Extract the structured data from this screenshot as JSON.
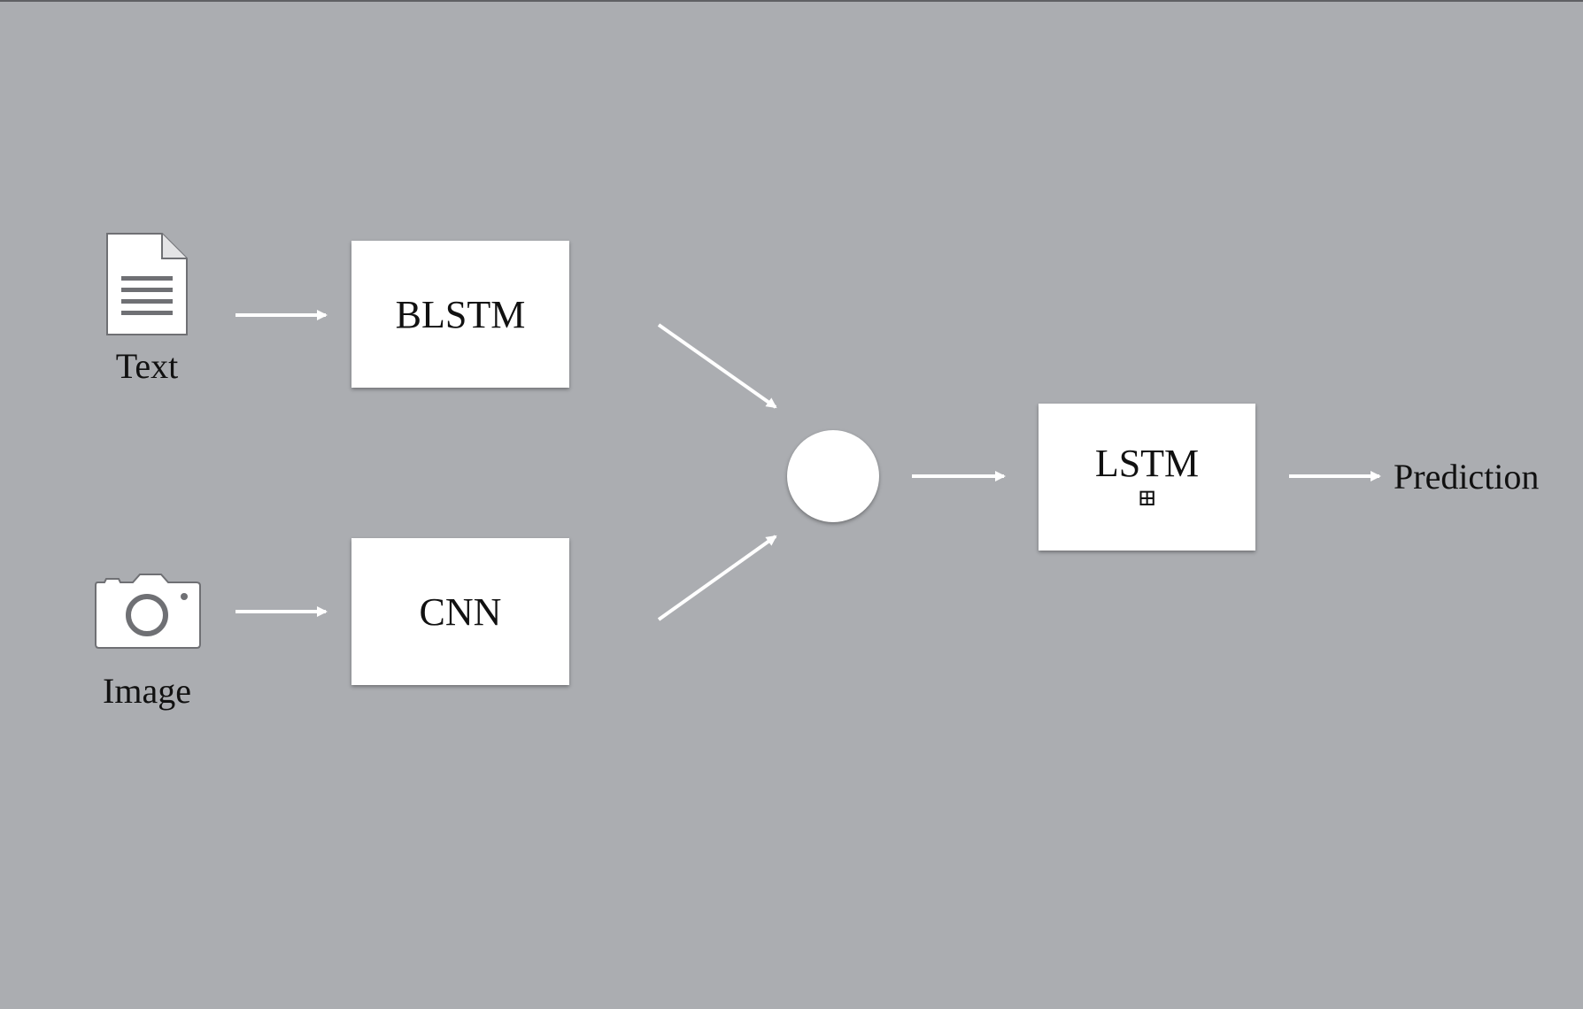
{
  "inputs": {
    "text": {
      "label": "Text",
      "icon": "document-icon"
    },
    "image": {
      "label": "Image",
      "icon": "camera-icon"
    }
  },
  "nodes": {
    "blstm": "BLSTM",
    "cnn": "CNN",
    "lstm": "LSTM",
    "lstm_expand": "⊞"
  },
  "output": {
    "label": "Prediction"
  },
  "colors": {
    "background": "#abadb1",
    "node_fill": "#ffffff",
    "arrow": "#ffffff",
    "icon_fill": "#ffffff",
    "icon_stroke": "#6f7074"
  }
}
